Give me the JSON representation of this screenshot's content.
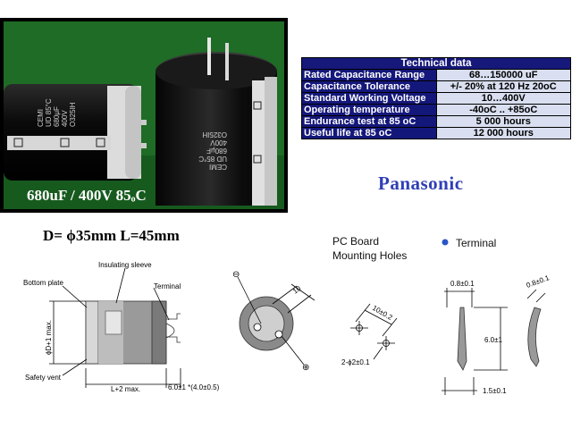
{
  "photo": {
    "caption": "680uF / 400V  85ₒC",
    "left_cap_lines": [
      "CEMI",
      "UD 85°C",
      "680μF",
      "400V",
      "O325IH"
    ],
    "right_cap_lines": [
      "CEMI",
      "UD 85°C",
      "680μF",
      "400V",
      "O325IH"
    ]
  },
  "tech": {
    "title": "Technical data",
    "rows": [
      {
        "label": "Rated Capacitance Range",
        "value": "68…150000 uF"
      },
      {
        "label": "Capacitance Tolerance",
        "value": "+/- 20% at 120 Hz 20oC"
      },
      {
        "label": "Standard Working Voltage",
        "value": "10…400V"
      },
      {
        "label": "Operating temperature",
        "value": "-40oC .. +85oC"
      },
      {
        "label": "Endurance test at 85 oC",
        "value": "5 000 hours"
      },
      {
        "label": "Useful life at 85 oC",
        "value": "12 000 hours"
      }
    ]
  },
  "brand": "Panasonic",
  "dimensions": "D= ϕ35mm  L=45mm",
  "diagram": {
    "insulating_sleeve": "Insulating sleeve",
    "bottom_plate": "Bottom plate",
    "terminal": "Terminal",
    "safety_vent": "Safety vent",
    "diameter": "ϕD+1 max.",
    "length": "L+2 max.",
    "lead_length": "6.0±1 *(4.0±0.5)",
    "plus_sign": "⊕",
    "minus_sign": "⊖",
    "top_dim": "10",
    "pc_board_line1": "PC Board",
    "pc_board_line2": "Mounting Holes",
    "hole_spacing": "10±0.2",
    "hole_diameter": "2-ϕ2±0.1",
    "terminal_legend": "Terminal",
    "term_top_width": "0.8±0.1",
    "term_height": "6.0±1",
    "term_bottom_width": "1.5±0.1",
    "term_bent_width": "0.8±0.1"
  },
  "colors": {
    "table_header": "#16187a",
    "table_value_bg": "#d9dff0",
    "brand": "#2f3fb6",
    "photo_bg": "#1b6a22"
  }
}
